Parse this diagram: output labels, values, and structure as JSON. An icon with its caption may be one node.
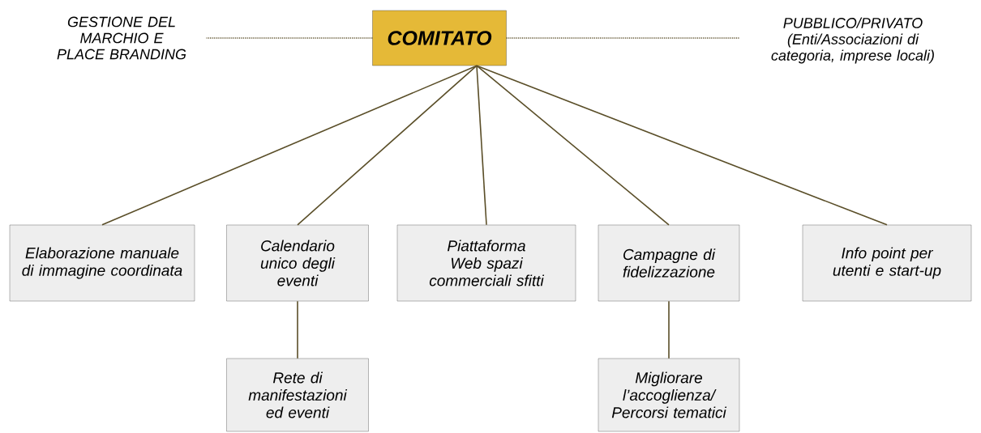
{
  "diagram": {
    "nodes": [
      {
        "text": [
          "COMITATO"
        ]
      },
      {
        "text": [
          "GESTIONE DEL MARCHIO E PLACE BRANDING"
        ]
      },
      {
        "text": [
          "PUBBLICO/PRIVATO",
          "(Enti/Associazioni di categoria, imprese locali)"
        ]
      },
      {
        "text": [
          "Elaborazione manuale di immagine coordinata"
        ]
      },
      {
        "text": [
          "Calendario unico degli eventi"
        ]
      },
      {
        "text": [
          "Piattaforma Web spazi commerciali sfitti"
        ]
      },
      {
        "text": [
          "Campagne di fidelizzazione"
        ]
      },
      {
        "text": [
          "Info point per utenti e start-up"
        ]
      },
      {
        "text": [
          "Rete di manifestazioni ed eventi"
        ]
      },
      {
        "text": [
          "Migliorare l’accoglienza/ Percorsi tematici"
        ]
      }
    ],
    "edges": [
      {
        "from": 0,
        "to": 1,
        "arrow": "none",
        "style": "dashed"
      },
      {
        "from": 0,
        "to": 2,
        "arrow": "none",
        "style": "dashed"
      },
      {
        "from": 0,
        "to": 3,
        "arrow": "none"
      },
      {
        "from": 0,
        "to": 4,
        "arrow": "none"
      },
      {
        "from": 0,
        "to": 5,
        "arrow": "none"
      },
      {
        "from": 0,
        "to": 6,
        "arrow": "none"
      },
      {
        "from": 0,
        "to": 7,
        "arrow": "none"
      },
      {
        "from": 4,
        "to": 8,
        "arrow": "none"
      },
      {
        "from": 6,
        "to": 9,
        "arrow": "none"
      }
    ]
  }
}
